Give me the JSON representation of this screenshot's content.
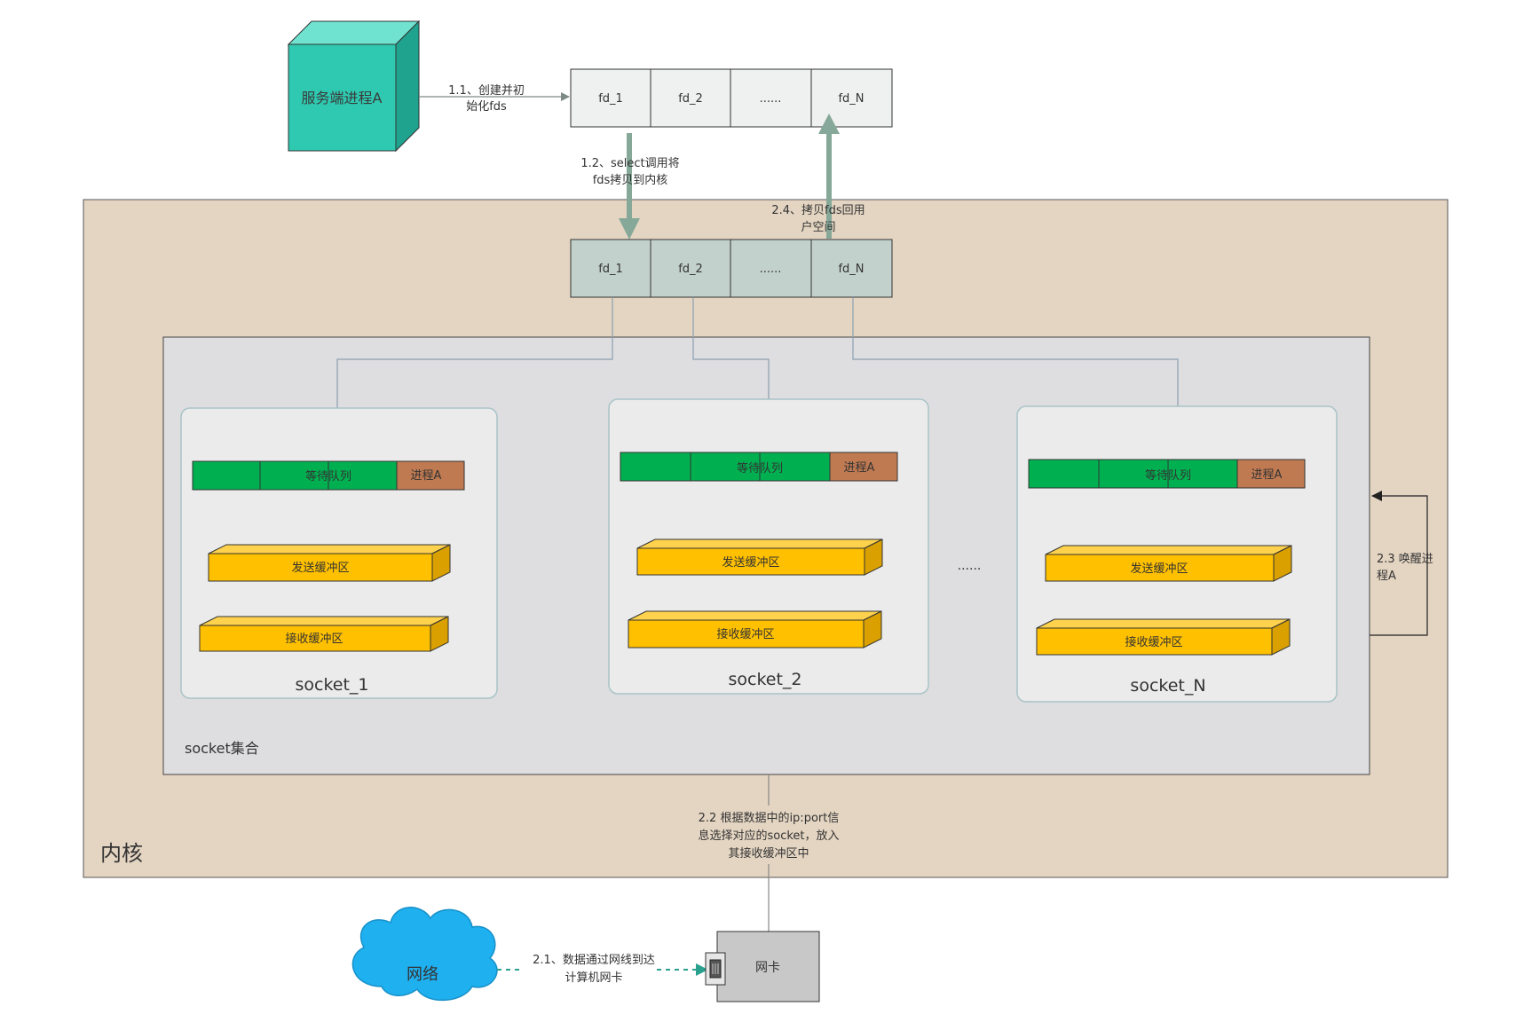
{
  "colors": {
    "teal_process": "#2ec9b0",
    "kernel_bg": "#e4d5c2",
    "socket_set_bg": "#dedde0",
    "socket_card_bg": "#ebebeb",
    "fd_user_bg": "#eef1f0",
    "fd_kernel_bg": "#c3d1cc",
    "queue_green": "#00b050",
    "process_brown": "#c07a52",
    "buffer_yellow": "#ffc000",
    "network_blue": "#1fb0f0",
    "nic_gray": "#c8c8c8",
    "arrow_green": "#86a899"
  },
  "server_process": {
    "label": "服务端进程A"
  },
  "user_fds": [
    "fd_1",
    "fd_2",
    "......",
    "fd_N"
  ],
  "kernel_fds": [
    "fd_1",
    "fd_2",
    "......",
    "fd_N"
  ],
  "steps": {
    "s1_1": [
      "1.1、创建并初",
      "始化fds"
    ],
    "s1_2": [
      "1.2、select调用将",
      "fds拷贝到内核"
    ],
    "s2_4": [
      "2.4、拷贝fds回用",
      "户空间"
    ],
    "s2_3": [
      "2.3 唤醒进",
      "程A"
    ],
    "s2_2": [
      "2.2 根据数据中的ip:port信",
      "息选择对应的socket，放入",
      "其接收缓冲区中"
    ],
    "s2_1": [
      "2.1、数据通过网线到达",
      "计算机网卡"
    ]
  },
  "kernel_label": "内核",
  "socket_set_label": "socket集合",
  "sockets": [
    {
      "name": "socket_1",
      "queue_label": "等待队列",
      "process_label": "进程A",
      "send_label": "发送缓冲区",
      "recv_label": "接收缓冲区"
    },
    {
      "name": "socket_2",
      "queue_label": "等待队列",
      "process_label": "进程A",
      "send_label": "发送缓冲区",
      "recv_label": "接收缓冲区"
    },
    {
      "name": "socket_N",
      "queue_label": "等待队列",
      "process_label": "进程A",
      "send_label": "发送缓冲区",
      "recv_label": "接收缓冲区"
    }
  ],
  "sockets_ellipsis": "......",
  "network_label": "网络",
  "nic_label": "网卡"
}
